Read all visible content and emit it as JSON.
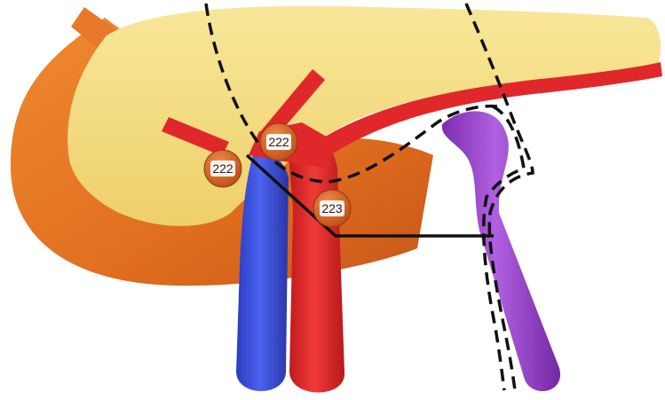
{
  "diagram": {
    "structures": [
      {
        "id": "duodenum",
        "color": "#e8782a"
      },
      {
        "id": "pancreas",
        "color": "#f6df7e"
      },
      {
        "id": "superior-mesenteric-vein",
        "color": "#3a4fd6"
      },
      {
        "id": "superior-mesenteric-artery",
        "color": "#e0282a"
      },
      {
        "id": "splenic-artery",
        "color": "#e0282a"
      },
      {
        "id": "inferior-mesenteric-vein",
        "color": "#9a45c8"
      }
    ],
    "lymph_nodes": [
      {
        "id": "node-a",
        "label": "222"
      },
      {
        "id": "node-b",
        "label": "222"
      },
      {
        "id": "node-c",
        "label": "223"
      }
    ],
    "node_color": "#d96a2a"
  }
}
